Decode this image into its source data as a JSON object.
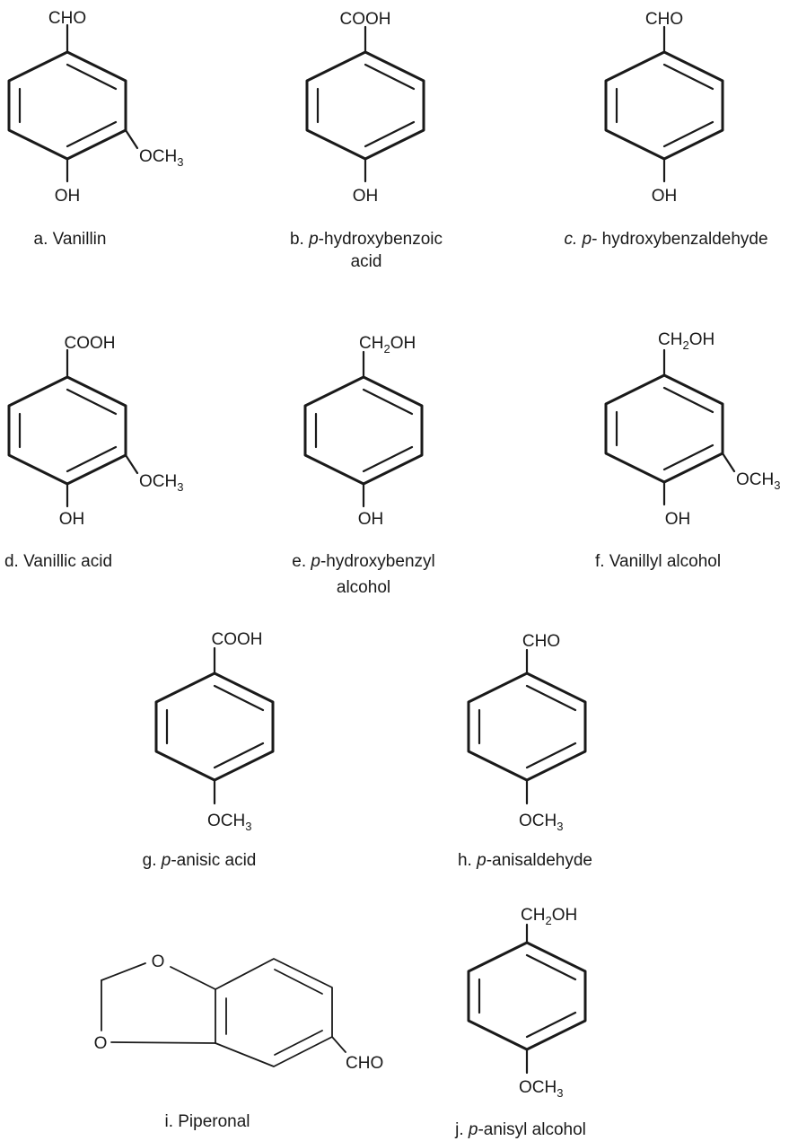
{
  "structures": [
    {
      "id": "a",
      "top_group": "CHO",
      "bottom_group": "OH",
      "side_group": "OCH3",
      "caption_prefix": "a. ",
      "caption_italic": "",
      "caption_line1": "Vanillin",
      "caption_line2": ""
    },
    {
      "id": "b",
      "top_group": "COOH",
      "bottom_group": "OH",
      "side_group": "",
      "caption_prefix": "b. ",
      "caption_italic": "p",
      "caption_line1": "-hydroxybenzoic",
      "caption_line2": "acid"
    },
    {
      "id": "c",
      "top_group": "CHO",
      "bottom_group": "OH",
      "side_group": "",
      "caption_prefix": "c. ",
      "caption_italic": "p",
      "caption_line1": "- hydroxybenzaldehyde",
      "caption_line2": ""
    },
    {
      "id": "d",
      "top_group": "COOH",
      "bottom_group": "OH",
      "side_group": "OCH3",
      "caption_prefix": "d. ",
      "caption_italic": "",
      "caption_line1": "Vanillic acid",
      "caption_line2": ""
    },
    {
      "id": "e",
      "top_group": "CH2OH",
      "bottom_group": "OH",
      "side_group": "",
      "caption_prefix": "e. ",
      "caption_italic": "p",
      "caption_line1": "-hydroxybenzyl",
      "caption_line2": "alcohol"
    },
    {
      "id": "f",
      "top_group": "CH2OH",
      "bottom_group": "OH",
      "side_group": "OCH3",
      "caption_prefix": "f. ",
      "caption_italic": "",
      "caption_line1": "Vanillyl alcohol",
      "caption_line2": ""
    },
    {
      "id": "g",
      "top_group": "COOH",
      "bottom_group": "OCH3",
      "side_group": "",
      "caption_prefix": "g. ",
      "caption_italic": "p",
      "caption_line1": "-anisic acid",
      "caption_line2": ""
    },
    {
      "id": "h",
      "top_group": "CHO",
      "bottom_group": "OCH3",
      "side_group": "",
      "caption_prefix": "h. ",
      "caption_italic": "p",
      "caption_line1": "-anisaldehyde",
      "caption_line2": ""
    },
    {
      "id": "i",
      "top_group": "",
      "bottom_group": "",
      "side_group": "CHO",
      "ring_o_top": "O",
      "ring_o_left": "O",
      "caption_prefix": "i. ",
      "caption_italic": "",
      "caption_line1": "Piperonal",
      "caption_line2": ""
    },
    {
      "id": "j",
      "top_group": "CH2OH",
      "bottom_group": "OCH3",
      "side_group": "",
      "caption_prefix": "j. ",
      "caption_italic": "p",
      "caption_line1": "-anisyl alcohol",
      "caption_line2": ""
    }
  ]
}
